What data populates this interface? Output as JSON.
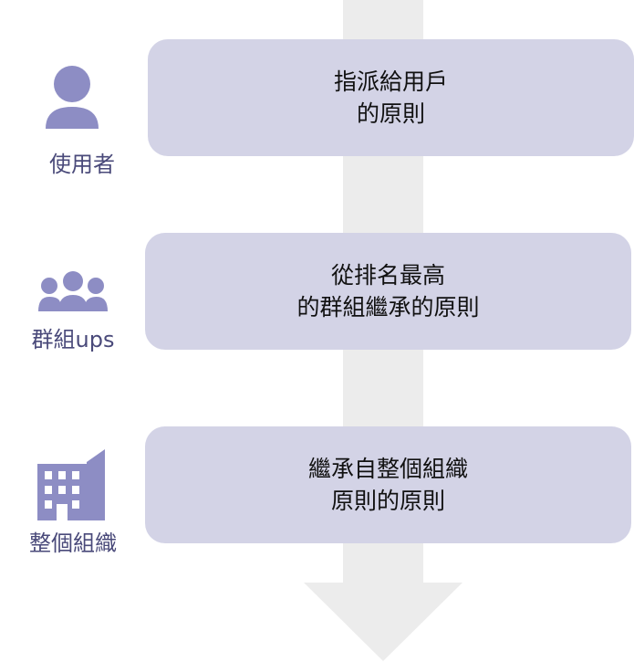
{
  "levels": [
    {
      "label": "使用者",
      "line1": "指派給用戶",
      "line2": "的原則"
    },
    {
      "label": "群組ups",
      "line1": "從排名最高",
      "line2": "的群組繼承的原則"
    },
    {
      "label": "整個組織",
      "line1": "繼承自整個組織",
      "line2": "原則的原則"
    }
  ],
  "colors": {
    "box": "#d3d3e6",
    "icon": "#8d8dc4",
    "arrow": "#ececec"
  }
}
